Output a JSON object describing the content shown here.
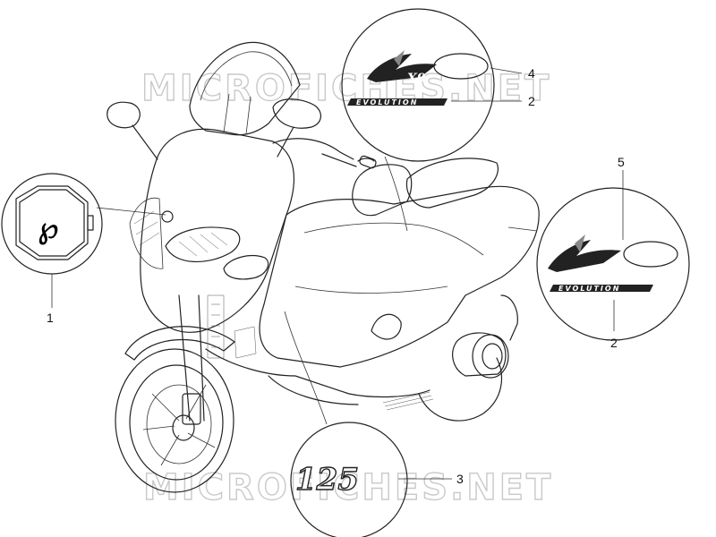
{
  "watermark": "MICROFICHES.NET",
  "callouts": [
    {
      "id": "1",
      "label": "1"
    },
    {
      "id": "2a",
      "label": "2"
    },
    {
      "id": "2b",
      "label": "2"
    },
    {
      "id": "3",
      "label": "3"
    },
    {
      "id": "4",
      "label": "4"
    },
    {
      "id": "5",
      "label": "5"
    }
  ],
  "decals": {
    "model_logo": "X9",
    "evolution_text": "EVOLUTION",
    "displacement_text": "125"
  }
}
